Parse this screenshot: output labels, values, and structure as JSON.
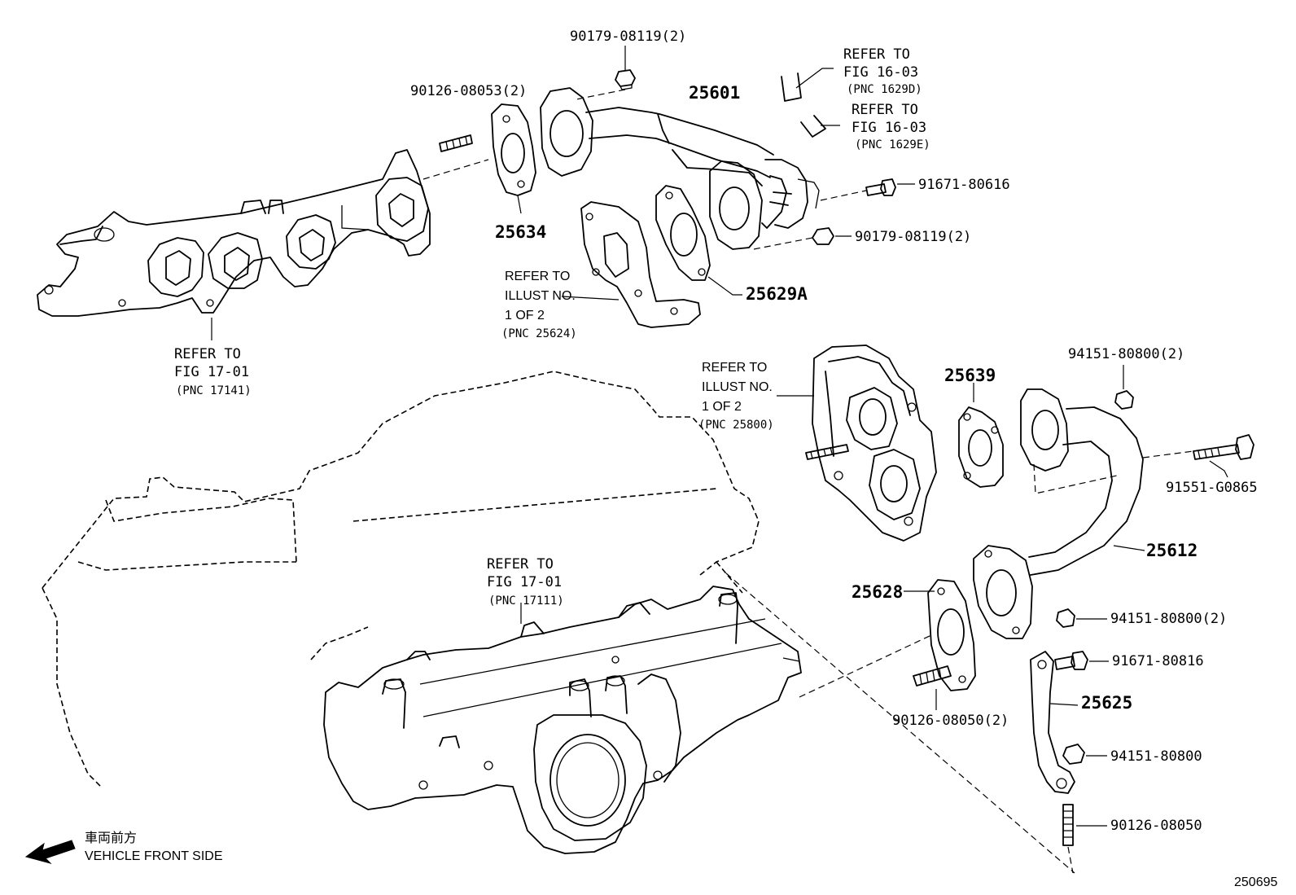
{
  "parts": {
    "p90179_top": "90179-08119(2)",
    "p90126_top": "90126-08053(2)",
    "p25601": "25601",
    "p25634": "25634",
    "p91671_80616": "91671-80616",
    "p90179_right": "90179-08119(2)",
    "p25629A": "25629A",
    "p94151_top": "94151-80800(2)",
    "p25639": "25639",
    "p91551": "91551-G0865",
    "p25612": "25612",
    "p25628": "25628",
    "p94151_mid": "94151-80800(2)",
    "p91671_80816": "91671-80816",
    "p25625": "25625",
    "p90126_bottom_left": "90126-08050(2)",
    "p94151_single": "94151-80800",
    "p90126_single": "90126-08050"
  },
  "refs": {
    "fig1603_a": {
      "line1": "REFER TO",
      "line2": "FIG 16-03",
      "pnc": "(PNC 1629D)"
    },
    "fig1603_b": {
      "line1": "REFER TO",
      "line2": "FIG 16-03",
      "pnc": "(PNC 1629E)"
    },
    "illust_25624": {
      "line1": "REFER TO",
      "line2": "ILLUST NO.",
      "line3": "1 OF 2",
      "pnc": "(PNC 25624)"
    },
    "fig1701_a": {
      "line1": "REFER TO",
      "line2": "FIG 17-01",
      "pnc": "(PNC 17141)"
    },
    "illust_25800": {
      "line1": "REFER TO",
      "line2": "ILLUST NO.",
      "line3": "1 OF 2",
      "pnc": "(PNC 25800)"
    },
    "fig1701_b": {
      "line1": "REFER TO",
      "line2": "FIG 17-01",
      "pnc": "(PNC 17111)"
    }
  },
  "direction": {
    "japanese": "車両前方",
    "english": "VEHICLE FRONT SIDE",
    "icon": "arrow-left-icon"
  },
  "diagram_id": "250695"
}
